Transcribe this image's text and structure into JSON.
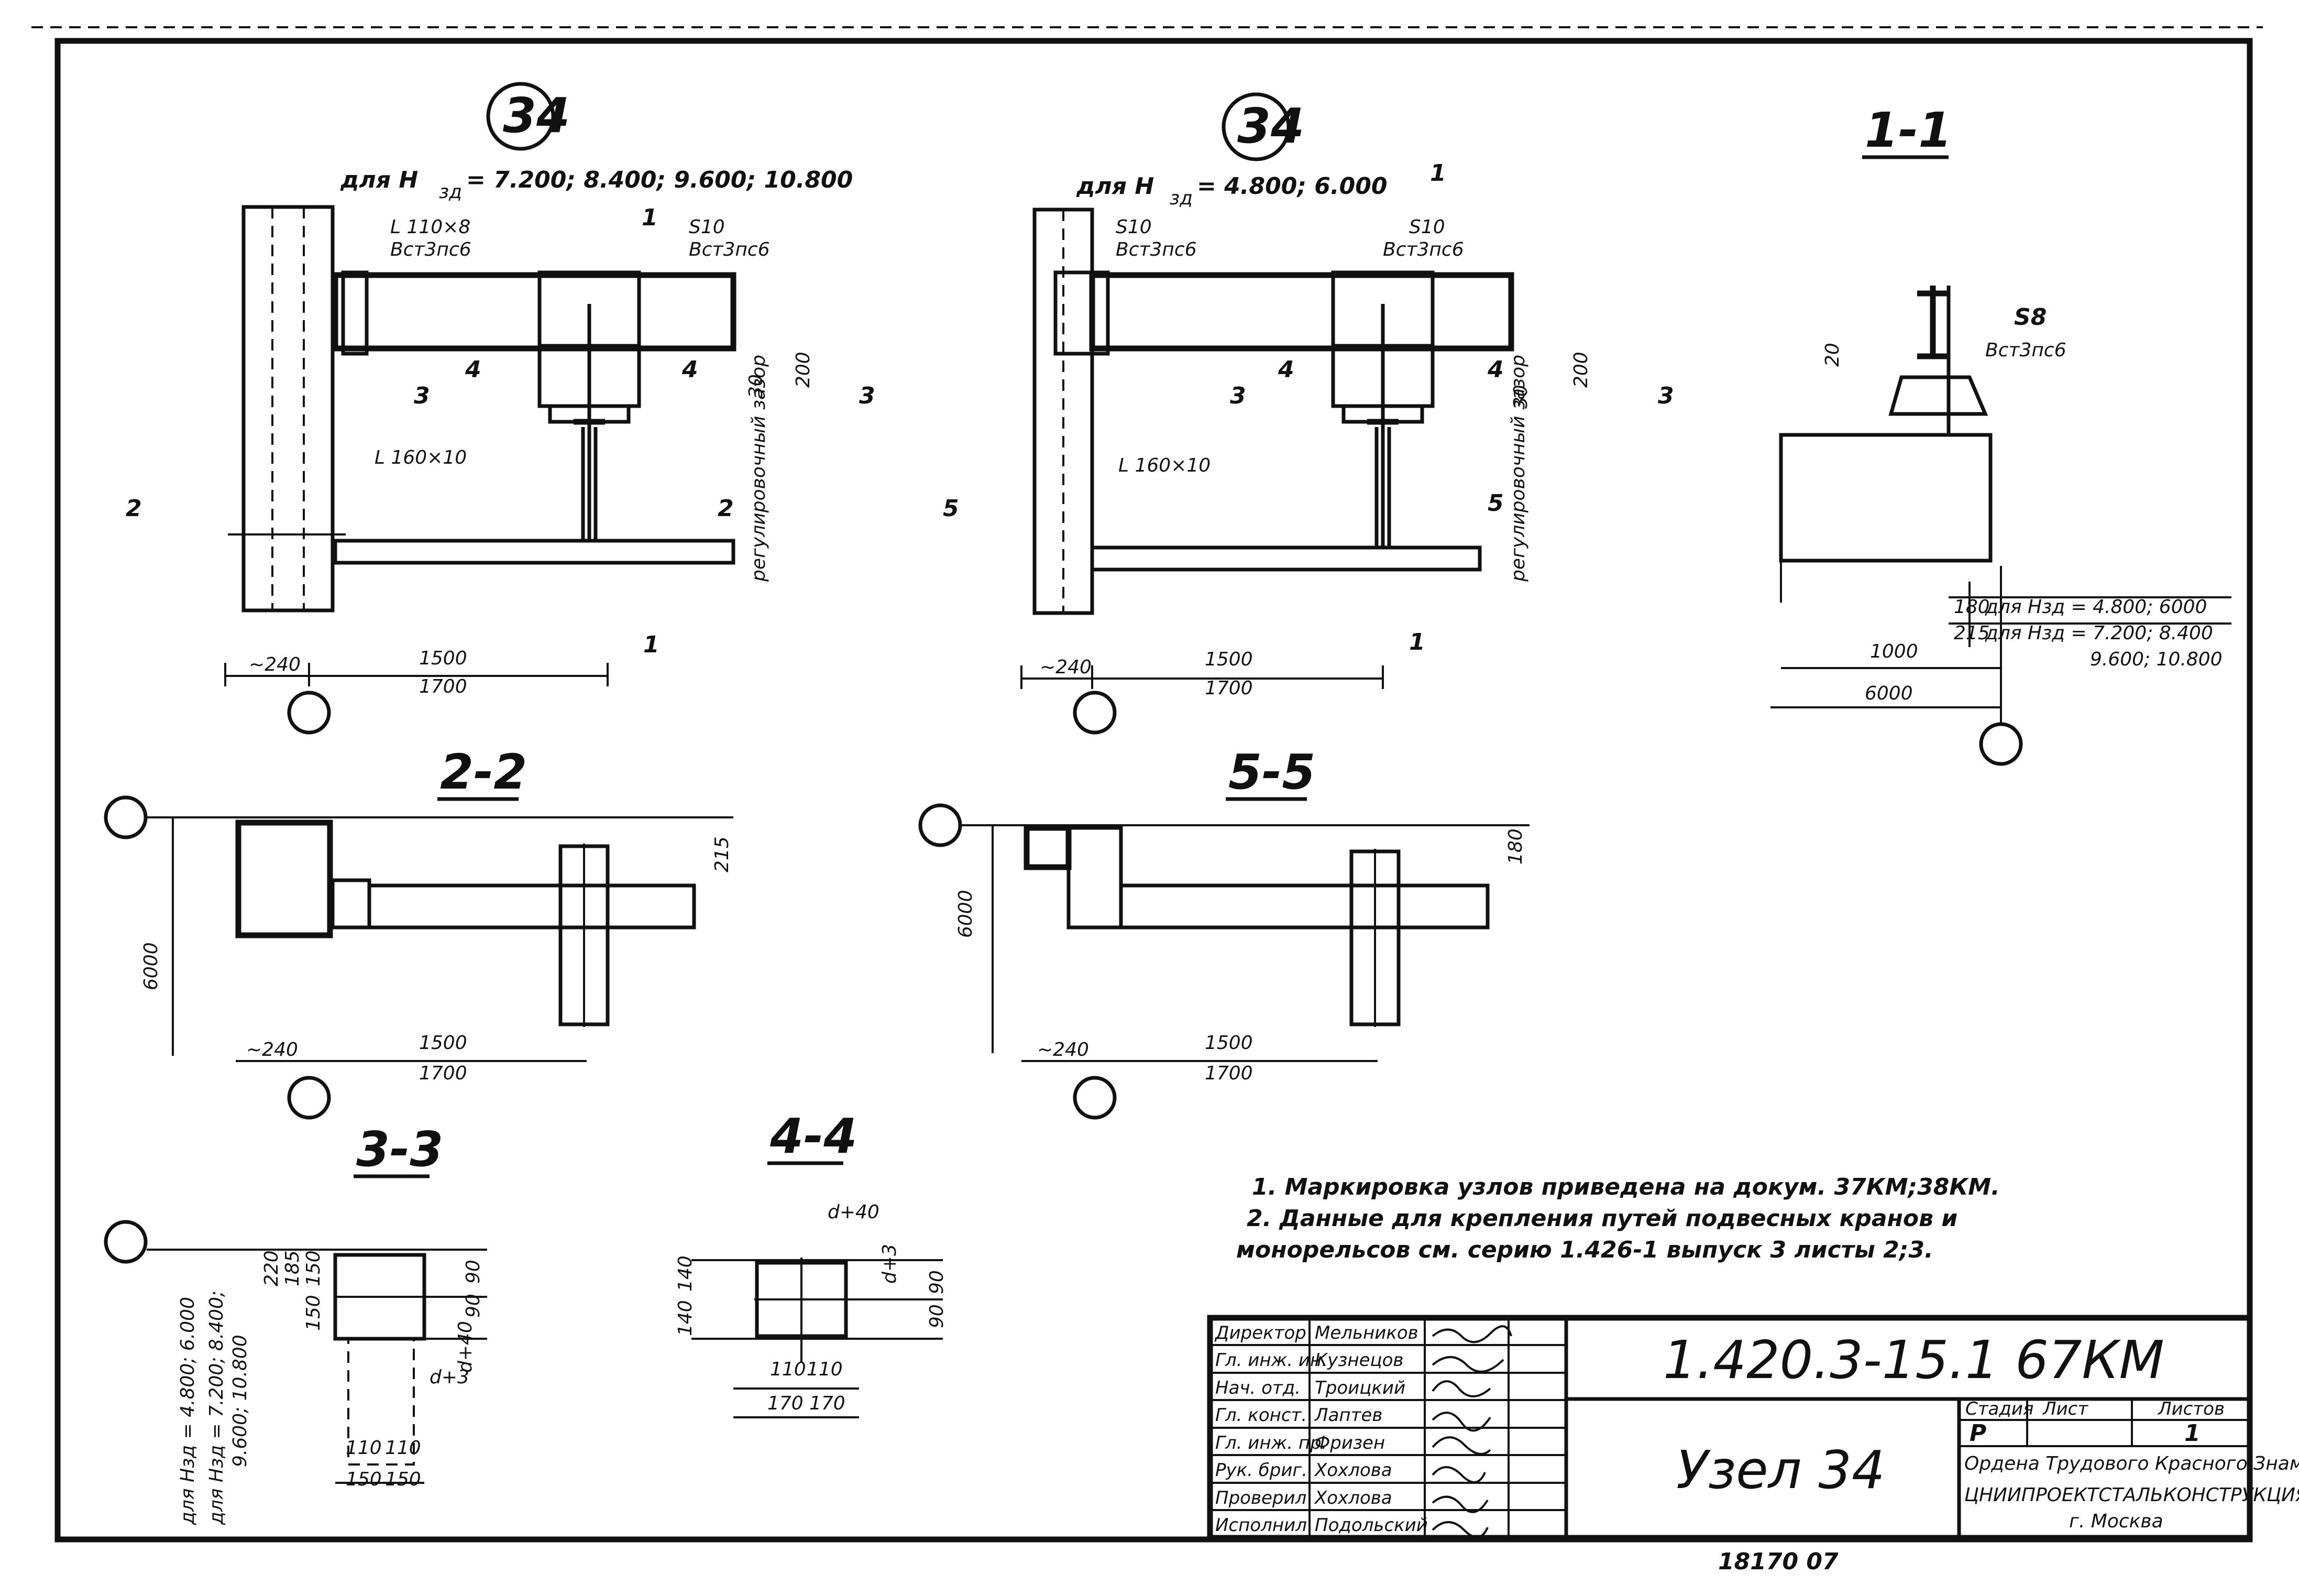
{
  "drawing": {
    "node_left": {
      "marker": "34",
      "condition": "для  H",
      "condition_sub": "зд",
      "condition_values": "= 7.200;  8.400;  9.600;  10.800",
      "angle1_a": "L 110×8",
      "angle1_b": "Вст3пс6",
      "plate": "S10",
      "plate_b": "Вст3пс6",
      "angle2": "L 160×10",
      "gap": "регулировочный зазор",
      "dim_30": "30",
      "dim_200": "200",
      "dim_240": "~240",
      "dim_1500": "1500",
      "dim_1700": "1700",
      "cut_2": "2",
      "cut_3": "3",
      "cut_4": "4",
      "cut_1": "1"
    },
    "node_right": {
      "marker": "34",
      "condition": "для  H",
      "condition_sub": "зд",
      "condition_values": "= 4.800;  6.000",
      "plate1": "S10",
      "plate1_b": "Вст3пс6",
      "plate2": "S10",
      "plate2_b": "Вст3пс6",
      "angle": "L 160×10",
      "gap": "регулировочный зазор",
      "dim_30": "30",
      "dim_200": "200",
      "dim_240": "~240",
      "dim_1500": "1500",
      "dim_1700": "1700",
      "cut_5": "5",
      "cut_3": "3",
      "cut_4": "4",
      "cut_1": "1"
    },
    "section_1_1": {
      "title": "1-1",
      "plate": "S8",
      "plate_b": "Вст3пс6",
      "dim_20": "20",
      "row1_dim": "180",
      "row1_text": "для Hзд = 4.800; 6000",
      "row2_dim": "215",
      "row2_text": "для Hзд = 7.200; 8.400",
      "row2_text2": "9.600; 10.800",
      "dim_1000": "1000",
      "dim_6000": "6000"
    },
    "section_2_2": {
      "title": "2-2",
      "dim_215": "215",
      "dim_6000": "6000",
      "dim_240": "~240",
      "dim_1500": "1500",
      "dim_1700": "1700"
    },
    "section_5_5": {
      "title": "5-5",
      "dim_180": "180",
      "dim_6000": "6000",
      "dim_240": "~240",
      "dim_1500": "1500",
      "dim_1700": "1700"
    },
    "section_3_3": {
      "title": "3-3",
      "side_label1": "для Hзд = 4.800; 6.000",
      "side_label2": "для Hзд = 7.200; 8.400;",
      "side_label3": "9.600; 10.800",
      "dims": [
        "185",
        "220",
        "150",
        "150",
        "90",
        "90",
        "d+40",
        "d+3",
        "110",
        "110",
        "150",
        "150"
      ]
    },
    "section_4_4": {
      "title": "4-4",
      "dims": [
        "d+40",
        "d+3",
        "140",
        "140",
        "90",
        "90",
        "110",
        "110",
        "170",
        "170"
      ]
    },
    "notes": [
      "1. Маркировка узлов приведена на докум.  37КМ;38КМ.",
      "2. Данные для крепления путей подвесных кранов и",
      "монорельсов см. серию 1.426-1 выпуск 3 листы 2;3."
    ]
  },
  "title_block": {
    "roles": [
      {
        "role": "Директор",
        "name": "Мельников"
      },
      {
        "role": "Гл. инж. ин.",
        "name": "Кузнецов"
      },
      {
        "role": "Нач. отд.",
        "name": "Троицкий"
      },
      {
        "role": "Гл. конст.",
        "name": "Лаптев"
      },
      {
        "role": "Гл. инж. пр.",
        "name": "Фризен"
      },
      {
        "role": "Рук. бриг.",
        "name": "Хохлова"
      },
      {
        "role": "Проверил",
        "name": "Хохлова"
      },
      {
        "role": "Исполнил",
        "name": "Подольский"
      }
    ],
    "code": "1.420.3-15.1 67КМ",
    "node_title": "Узел 34",
    "stage_label": "Стадия",
    "sheet_label": "Лист",
    "sheets_label": "Листов",
    "stage": "Р",
    "sheets": "1",
    "org1": "Ордена Трудового Красного Знамени",
    "org2": "ЦНИИПРОЕКТСТАЛЬКОНСТРУКЦИЯ",
    "org3": "г. Москва",
    "bottom_number": "18170  07"
  }
}
